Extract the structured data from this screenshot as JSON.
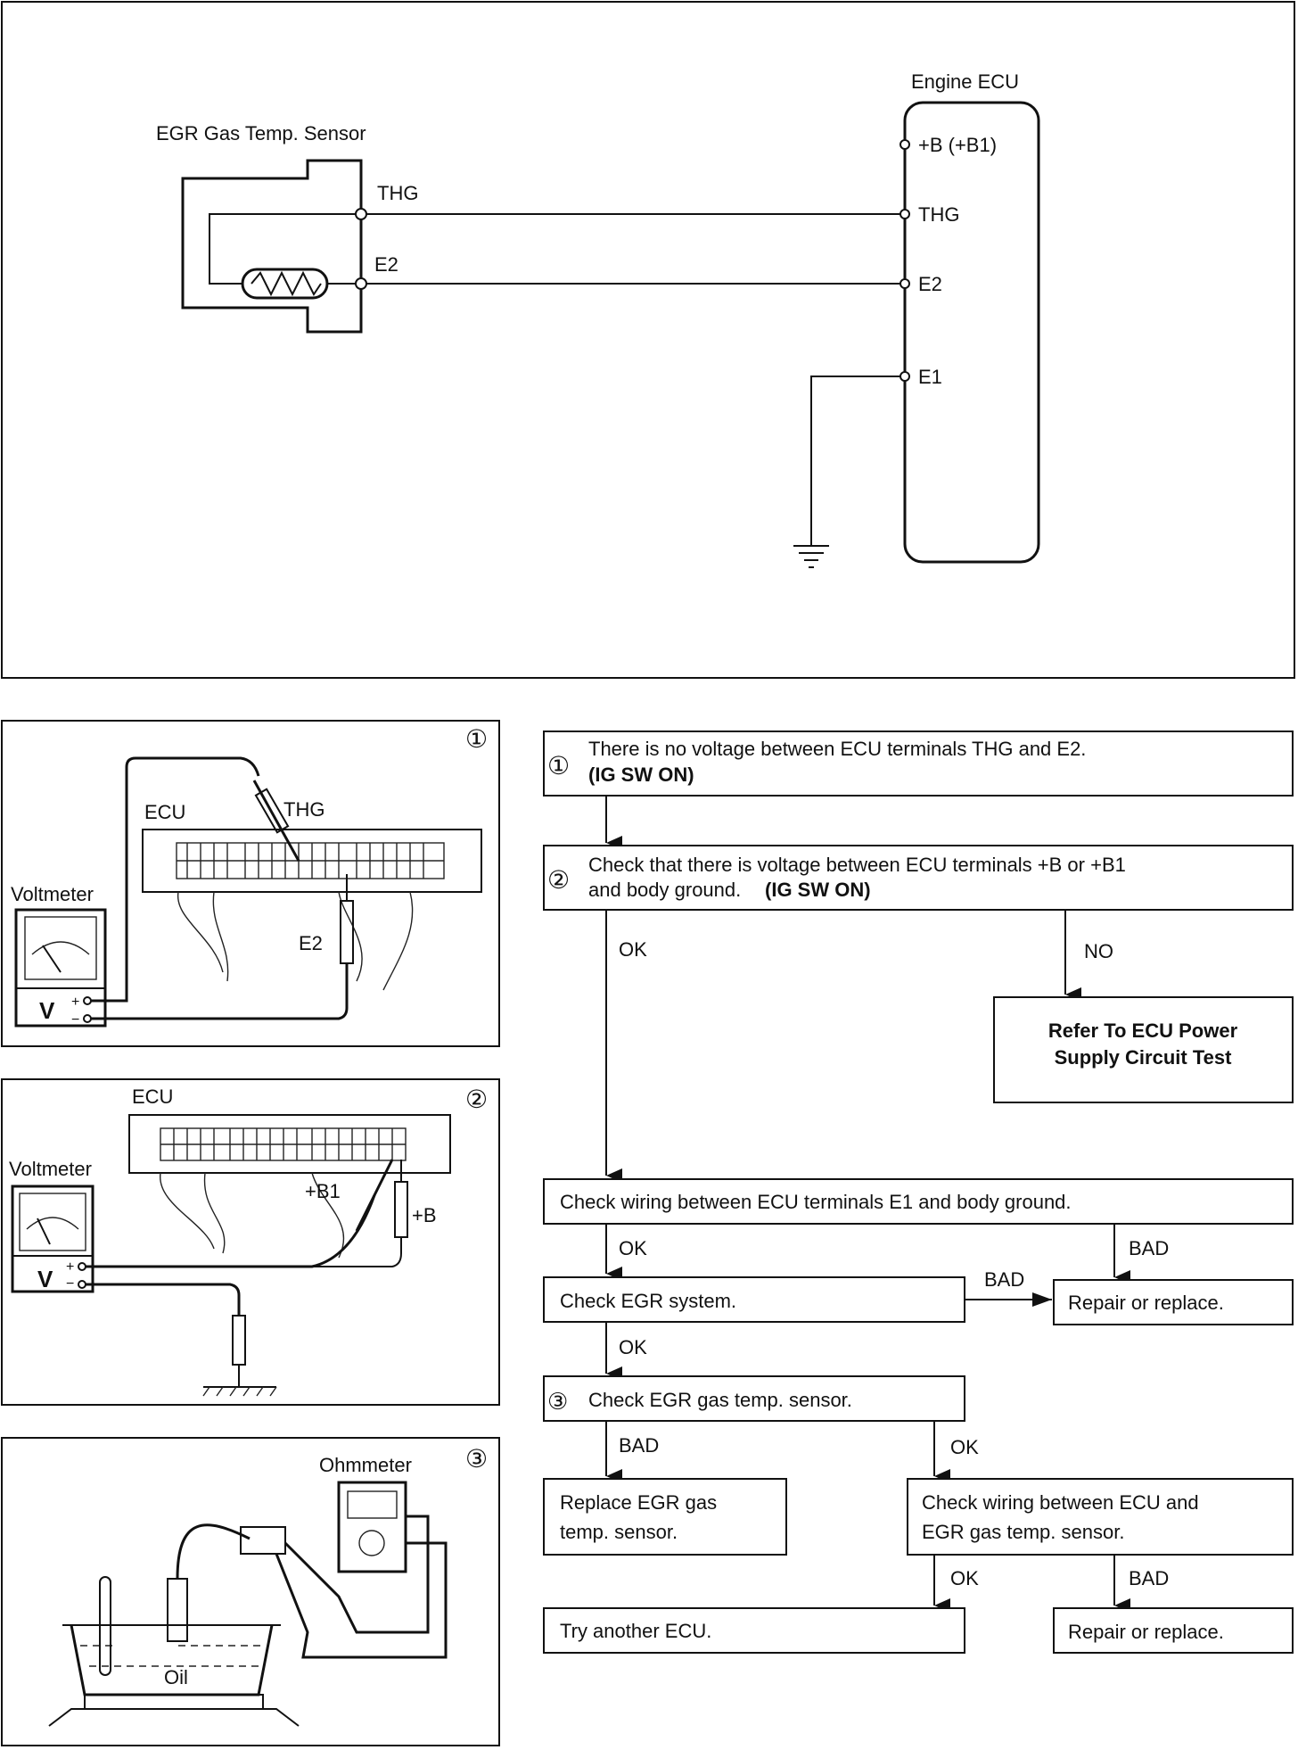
{
  "wiring": {
    "ecu_title": "Engine ECU",
    "sensor_title": "EGR Gas Temp. Sensor",
    "sensor_thg": "THG",
    "sensor_e2": "E2",
    "ecu_b": "+B (+B1)",
    "ecu_thg": "THG",
    "ecu_e2": "E2",
    "ecu_e1": "E1"
  },
  "panel1": {
    "num": "①",
    "ecu": "ECU",
    "thg": "THG",
    "e2": "E2",
    "voltmeter": "Voltmeter",
    "v": "V",
    "plus": "+",
    "minus": "−"
  },
  "panel2": {
    "num": "②",
    "ecu": "ECU",
    "voltmeter": "Voltmeter",
    "b1": "+B1",
    "b": "+B",
    "v": "V",
    "plus": "+",
    "minus": "−"
  },
  "panel3": {
    "num": "③",
    "ohmmeter": "Ohmmeter",
    "oil": "Oil"
  },
  "flow": {
    "step1_num": "①",
    "step1_line1": "There is no voltage between ECU terminals THG and E2.",
    "step1_line2": "(IG SW ON)",
    "step2_num": "②",
    "step2_line1": "Check that there is voltage between ECU terminals +B or +B1",
    "step2_line2a": "and body ground.",
    "step2_line2b": "(IG SW ON)",
    "ok1": "OK",
    "no1": "NO",
    "power_line1": "Refer To ECU Power",
    "power_line2": "Supply Circuit Test",
    "wiring_e1": "Check wiring between ECU terminals E1 and body ground.",
    "ok2": "OK",
    "bad2": "BAD",
    "egr_system": "Check EGR system.",
    "bad3": "BAD",
    "repair1": "Repair or replace.",
    "ok3": "OK",
    "step3_num": "③",
    "step3": "Check EGR gas temp. sensor.",
    "bad4": "BAD",
    "ok4": "OK",
    "replace_line1": "Replace EGR gas",
    "replace_line2": "temp. sensor.",
    "check_wiring_line1": "Check wiring between ECU and",
    "check_wiring_line2": "EGR gas temp. sensor.",
    "ok5": "OK",
    "bad5": "BAD",
    "try_ecu": "Try another ECU.",
    "repair2": "Repair or replace."
  }
}
